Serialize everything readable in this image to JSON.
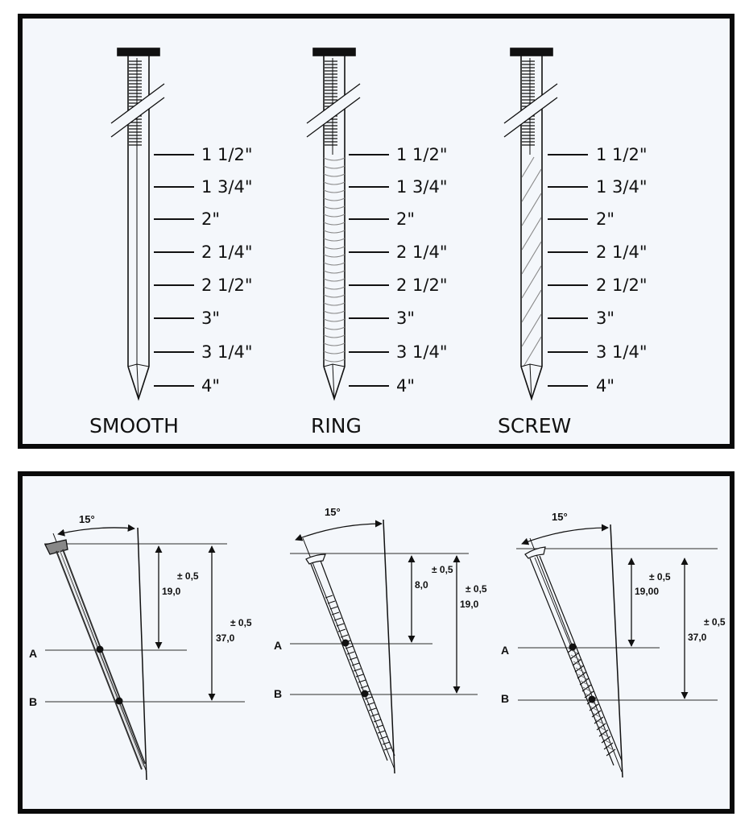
{
  "top_panel": {
    "lengths": [
      "1 1/2\"",
      "1 3/4\"",
      "2\"",
      "2 1/4\"",
      "2 1/2\"",
      "3\"",
      "3 1/4\"",
      "4\""
    ],
    "nails": [
      {
        "type": "SMOOTH"
      },
      {
        "type": "RING"
      },
      {
        "type": "SCREW"
      }
    ]
  },
  "bottom_panel": {
    "nails": [
      {
        "angle": "15°",
        "point_a": "A",
        "point_b": "B",
        "dim1_value": "19,0",
        "dim1_tol": "± 0,5",
        "dim2_value": "37,0",
        "dim2_tol": "± 0,5"
      },
      {
        "angle": "15°",
        "point_a": "A",
        "point_b": "B",
        "dim1_value": "8,0",
        "dim1_tol": "± 0,5",
        "dim2_value": "19,0",
        "dim2_tol": "± 0,5"
      },
      {
        "angle": "15°",
        "point_a": "A",
        "point_b": "B",
        "dim1_value": "19,00",
        "dim1_tol": "± 0,5",
        "dim2_value": "37,0",
        "dim2_tol": "± 0,5"
      }
    ]
  },
  "colors": {
    "border": "#0a0a0a",
    "panel_bg": "#f4f7fb",
    "ink": "#111111"
  }
}
